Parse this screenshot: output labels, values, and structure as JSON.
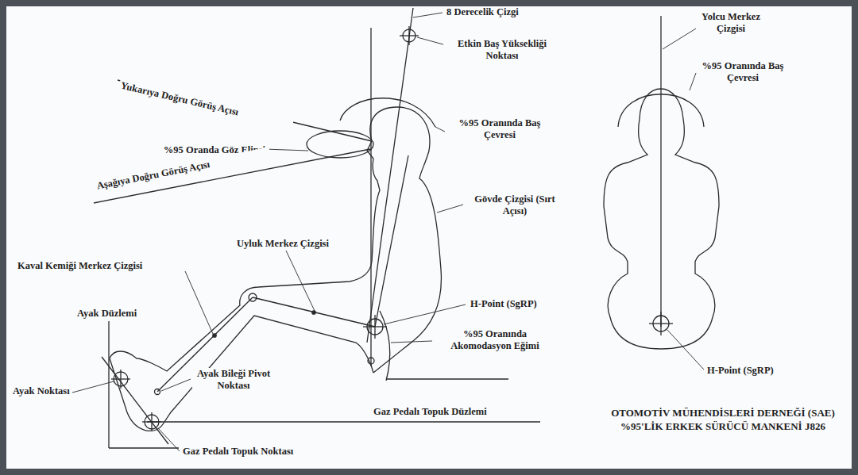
{
  "diagram": {
    "title": "OTOMOTİV MÜHENDİSLERİ DERNEĞİ (SAE) %95'LİK ERKEK SÜRÜCÜ MANKENİ J826",
    "labels": [
      "8 Derecelik Çizgi",
      "Etkin Baş Yüksekliği Noktası",
      "Yukarıya Doğru Görüş Açısı",
      "%95 Oranda Göz Elipsi",
      "Aşağıya Doğru Görüş Açısı",
      "%95 Oranında Baş Çevresi",
      "Gövde Çizgisi (Sırt Açısı)",
      "Uyluk Merkez Çizgisi",
      "Kaval Kemiği Merkez Çizgisi",
      "H-Point (SgRP)",
      "Ayak Düzlemi",
      "%95 Oranında Akomodasyon Eğimi",
      "Ayak Noktası",
      "Ayak Bileği Pivot Noktası",
      "Gaz Pedalı Topuk Düzlemi",
      "Gaz Pedalı Topuk Noktası",
      "Yolcu Merkez Çizgisi",
      "%95 Oranında Baş Çevresi",
      "H-Point (SgRP)"
    ]
  }
}
